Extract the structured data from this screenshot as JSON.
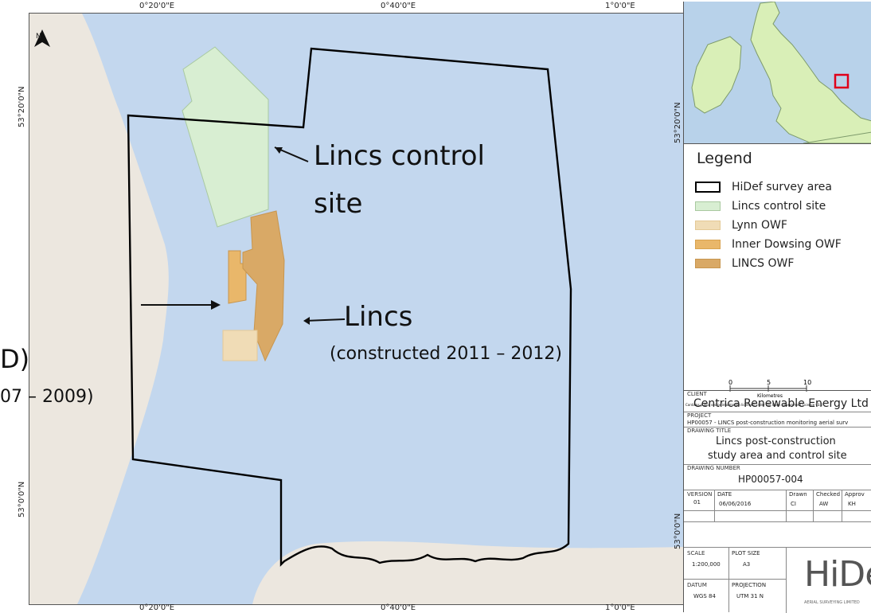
{
  "map": {
    "north_label": "N",
    "top_coords": [
      "0°20'0\"E",
      "0°40'0\"E",
      "1°0'0\"E"
    ],
    "bottom_coords": [
      "0°20'0\"E",
      "0°40'0\"E",
      "1°0'0\"E"
    ],
    "left_coords": [
      "53°20'0\"N",
      "53°0'0\"N"
    ],
    "right_coords": [
      "53°20'0\"N",
      "53°0'0\"N"
    ],
    "colors": {
      "sea": "#c3d7ee",
      "land": "#ece7df",
      "survey_outline": "#000000",
      "control_site": "#d8eed2",
      "lynn": "#f0dcb6",
      "inner_dowsing": "#e9b76a",
      "lincs": "#d9a966"
    }
  },
  "callouts": {
    "control_line1": "Lincs control",
    "control_line2": "site",
    "lincs_label": "Lincs",
    "lincs_sub": "(constructed 2011 – 2012)",
    "left_partial_1": "D)",
    "left_partial_2": "07 – 2009)"
  },
  "legend": {
    "title": "Legend",
    "items": [
      {
        "label": "HiDef survey area",
        "color": "#ffffff",
        "border": "#000000"
      },
      {
        "label": "Lincs control site",
        "color": "#d8eed2",
        "border": "#a9c9a0"
      },
      {
        "label": "Lynn OWF",
        "color": "#f0dcb6",
        "border": "#e4c996"
      },
      {
        "label": "Inner Dowsing OWF",
        "color": "#e9b76a",
        "border": "#d8a350"
      },
      {
        "label": "LINCS OWF",
        "color": "#d9a966",
        "border": "#c8964f"
      }
    ],
    "scale_ticks": [
      "0",
      "5",
      "10"
    ],
    "scale_unit": "Kilometres",
    "copyright": "Contains public sector information licensed under the Open Government Licence v3.0"
  },
  "titleblock": {
    "client_label": "CLIENT",
    "client": "Centrica Renewable Energy Ltd",
    "project_label": "PROJECT",
    "project": "HP00057 - LINCS post-construction monitoring aerial surv",
    "drawing_title_label": "DRAWING TITLE",
    "drawing_title_1": "Lincs post-construction",
    "drawing_title_2": "study area and control site",
    "drawing_number_label": "DRAWING NUMBER",
    "drawing_number": "HP00057-004",
    "version_label": "VERSION",
    "version": "01",
    "date_label": "DATE",
    "date": "06/06/2016",
    "drawn_label": "Drawn",
    "drawn": "CI",
    "checked_label": "Checked",
    "checked": "AW",
    "approved_label": "Approv",
    "approved": "KH",
    "scale_label": "SCALE",
    "scale": "1:200,000",
    "plot_size_label": "PLOT SIZE",
    "plot_size": "A3",
    "datum_label": "DATUM",
    "datum": "WGS 84",
    "projection_label": "PROJECTION",
    "projection": "UTM 31 N",
    "logo_text": "HiDef",
    "logo_sub": "AERIAL SURVEYING LIMITED"
  }
}
